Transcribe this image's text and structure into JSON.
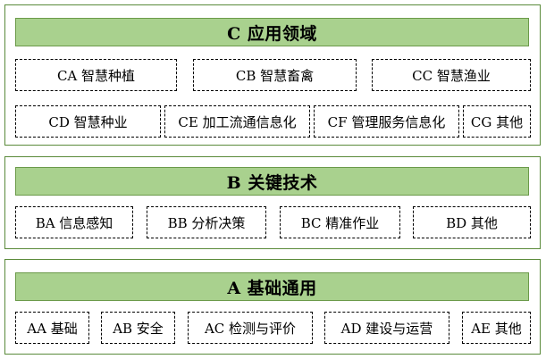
{
  "layer_c": {
    "title": "C 应用领域",
    "items": [
      "CA 智慧种植",
      "CB 智慧畜禽",
      "CC 智慧渔业",
      "CD 智慧种业",
      "CE 加工流通信息化",
      "CF 管理服务信息化",
      "CG 其他"
    ]
  },
  "layer_b": {
    "title": "B 关键技术",
    "items": [
      "BA 信息感知",
      "BB 分析决策",
      "BC 精准作业",
      "BD 其他"
    ]
  },
  "layer_a": {
    "title": "A 基础通用",
    "items": [
      "AA 基础",
      "AB 安全",
      "AC 检测与评价",
      "AD 建设与运营",
      "AE 其他"
    ]
  },
  "colors": {
    "title_fill": "#a9d18e",
    "layer_border": "#5a8a3a"
  }
}
